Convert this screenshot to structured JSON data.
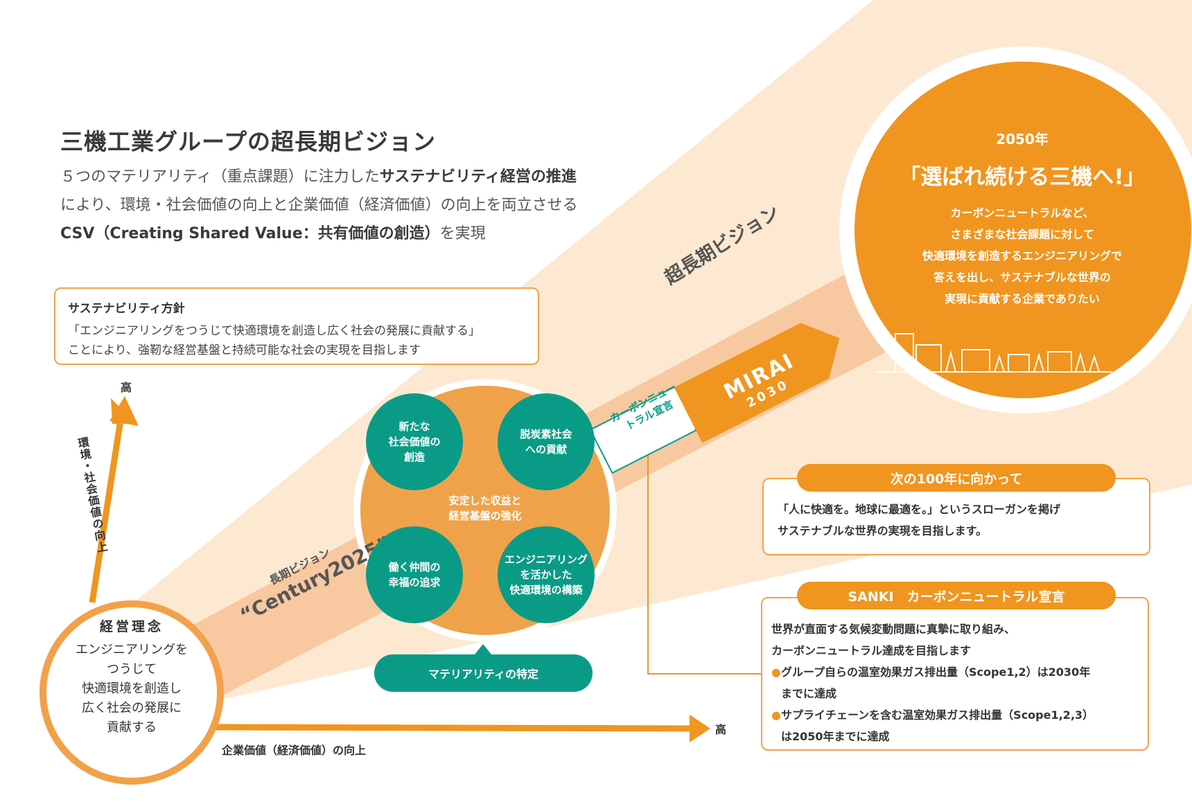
{
  "title": "三機工業グループの超長期ビジョン",
  "intro": {
    "line1_pre": "５つのマテリアリティ（重点課題）に注力した",
    "line1_bold": "サステナビリティ経営の推進",
    "line2": "により、環境・社会価値の向上と企業価値（経済価値）の向上を両立させる",
    "line3_bold": "CSV（Creating Shared Value：共有価値の創造）",
    "line3_post": "を実現"
  },
  "policy": {
    "title": "サステナビリティ方針",
    "line1": "「エンジニアリングをつうじて快適環境を創造し広く社会の発展に貢献する」",
    "line2": "ことにより、強靭な経営基盤と持続可能な社会の実現を目指します"
  },
  "axes": {
    "y_high": "高",
    "y_label": "環境・社会価値の向上",
    "x_high": "高",
    "x_label": "企業価値（経済価値）の向上"
  },
  "philosophy": {
    "title": "経営理念",
    "lines": [
      "エンジニアリングを",
      "つうじて",
      "快適環境を創造し",
      "広く社会の発展に",
      "貢献する"
    ]
  },
  "long_term": {
    "label": "長期ビジョン",
    "name": "“Century2025”"
  },
  "materiality": {
    "center_line1": "安定した収益と",
    "center_line2": "経営基盤の強化",
    "items": [
      {
        "line1": "新たな",
        "line2": "社会価値の",
        "line3": "創造"
      },
      {
        "line1": "脱炭素社会",
        "line2": "への貢献",
        "line3": ""
      },
      {
        "line1": "働く仲間の",
        "line2": "幸福の追求",
        "line3": ""
      },
      {
        "line1": "エンジニアリング",
        "line2": "を活かした",
        "line3": "快適環境の構築"
      }
    ],
    "pill": "マテリアリティの特定"
  },
  "carbon_flag": {
    "line1": "カーボンニュー",
    "line2": "トラル宣言"
  },
  "mirai": {
    "name": "MIRAI",
    "year": "2030"
  },
  "super_long_term_label": "超長期ビジョン",
  "vision_2050": {
    "year": "2050年",
    "headline": "「選ばれ続ける三機へ!」",
    "lines": [
      "カーボンニュートラルなど、",
      "さまざまな社会課題に対して",
      "快適環境を創造するエンジニアリングで",
      "答えを出し、サステナブルな世界の",
      "実現に貢献する企業でありたい"
    ]
  },
  "next_100": {
    "header": "次の100年に向かって",
    "line1": "「人に快適を。地球に最適を。」というスローガンを掲げ",
    "line2": "サステナブルな世界の実現を目指します。"
  },
  "sanki_carbon": {
    "header": "SANKI　カーボンニュートラル宣言",
    "line1": "世界が直面する気候変動問題に真摯に取り組み、",
    "line2": "カーボンニュートラル達成を目指します",
    "bullet1a": "グループ自らの温室効果ガス排出量（Scope1,2）は2030年",
    "bullet1b": "までに達成",
    "bullet2a": "サプライチェーンを含む温室効果ガス排出量（Scope1,2,3）",
    "bullet2b": "は2050年までに達成"
  },
  "colors": {
    "orange": "#f0951f",
    "light_orange": "#f2a14a",
    "teal": "#0a9b87",
    "beige": "#fde9d2"
  }
}
